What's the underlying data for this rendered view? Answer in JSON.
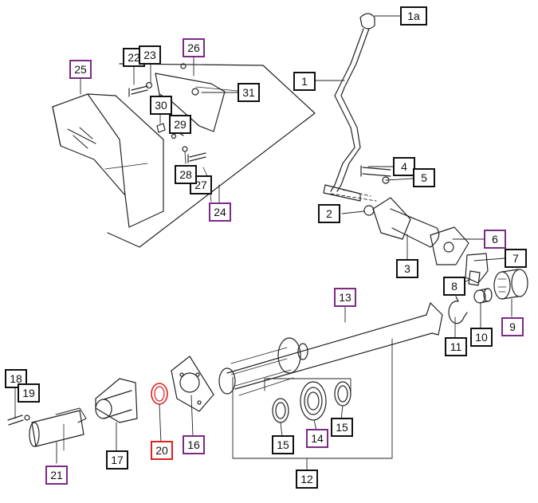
{
  "diagram": {
    "colors": {
      "standard": "#111111",
      "purple": "#7b2a86",
      "red": "#e0201e"
    },
    "callouts": [
      {
        "id": "1a",
        "text": "1a",
        "style": "standard"
      },
      {
        "id": "1",
        "text": "1",
        "style": "standard"
      },
      {
        "id": "2",
        "text": "2",
        "style": "standard"
      },
      {
        "id": "3",
        "text": "3",
        "style": "standard"
      },
      {
        "id": "4",
        "text": "4",
        "style": "standard"
      },
      {
        "id": "5",
        "text": "5",
        "style": "standard"
      },
      {
        "id": "6",
        "text": "6",
        "style": "purple"
      },
      {
        "id": "7",
        "text": "7",
        "style": "standard"
      },
      {
        "id": "8",
        "text": "8",
        "style": "standard"
      },
      {
        "id": "9",
        "text": "9",
        "style": "purple"
      },
      {
        "id": "10",
        "text": "10",
        "style": "standard"
      },
      {
        "id": "11",
        "text": "11",
        "style": "standard"
      },
      {
        "id": "12",
        "text": "12",
        "style": "standard"
      },
      {
        "id": "13",
        "text": "13",
        "style": "purple"
      },
      {
        "id": "14",
        "text": "14",
        "style": "purple"
      },
      {
        "id": "15a",
        "text": "15",
        "style": "standard"
      },
      {
        "id": "15b",
        "text": "15",
        "style": "standard"
      },
      {
        "id": "16",
        "text": "16",
        "style": "purple"
      },
      {
        "id": "17",
        "text": "17",
        "style": "standard"
      },
      {
        "id": "18",
        "text": "18",
        "style": "standard"
      },
      {
        "id": "19",
        "text": "19",
        "style": "standard"
      },
      {
        "id": "20",
        "text": "20",
        "style": "red"
      },
      {
        "id": "21",
        "text": "21",
        "style": "purple"
      },
      {
        "id": "22",
        "text": "22",
        "style": "standard"
      },
      {
        "id": "23",
        "text": "23",
        "style": "standard"
      },
      {
        "id": "24",
        "text": "24",
        "style": "purple"
      },
      {
        "id": "25",
        "text": "25",
        "style": "purple"
      },
      {
        "id": "26",
        "text": "26",
        "style": "purple"
      },
      {
        "id": "27",
        "text": "27",
        "style": "standard"
      },
      {
        "id": "28",
        "text": "28",
        "style": "standard"
      },
      {
        "id": "29",
        "text": "29",
        "style": "standard"
      },
      {
        "id": "30",
        "text": "30",
        "style": "standard"
      },
      {
        "id": "31",
        "text": "31",
        "style": "standard"
      }
    ]
  }
}
